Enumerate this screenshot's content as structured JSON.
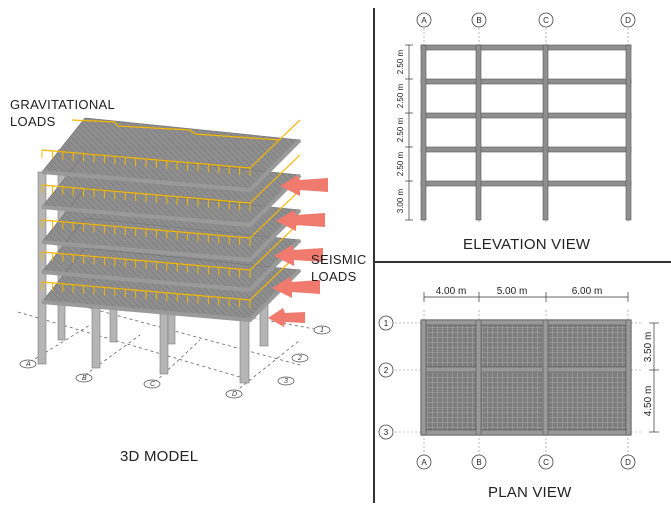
{
  "model3d": {
    "caption": "3D MODEL",
    "grav_line1": "GRAVITATIONAL",
    "grav_line2": "LOADS",
    "seismic_line1": "SEISMIC",
    "seismic_line2": "LOADS",
    "axes_letters": [
      "A",
      "B",
      "C",
      "D"
    ],
    "axes_numbers": [
      "1",
      "2",
      "3"
    ]
  },
  "elevation": {
    "caption": "ELEVATION VIEW",
    "axes": [
      "A",
      "B",
      "C",
      "D"
    ],
    "story_heights": [
      "2.50 m",
      "2.50 m",
      "2.50 m",
      "2.50 m",
      "3.00 m"
    ]
  },
  "plan": {
    "caption": "PLAN VIEW",
    "axes_x": [
      "A",
      "B",
      "C",
      "D"
    ],
    "axes_y": [
      "1",
      "2",
      "3"
    ],
    "spans_x": [
      "4.00 m",
      "5.00 m",
      "6.00 m"
    ],
    "spans_y": [
      "3.50 m",
      "4.50 m"
    ]
  },
  "colors": {
    "load_arrows": "#f5b700",
    "seismic_arrows": "#f07a6e",
    "concrete": "#b8b8b8",
    "slab": "#8c8c8c"
  }
}
